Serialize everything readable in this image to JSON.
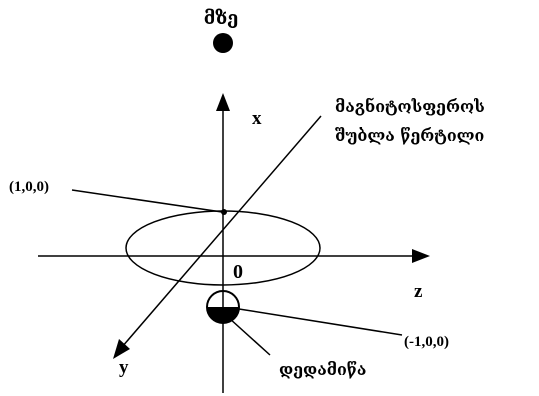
{
  "labels": {
    "sun": "მზე",
    "magnetopause_line1": "მაგნიტოსფეროს",
    "magnetopause_line2": "შუბლა წერტილი",
    "earth": "დედამიწა",
    "axis_x": "x",
    "axis_y": "y",
    "axis_z": "z",
    "origin": "0",
    "point_pos": "(1,0,0)",
    "point_neg": "(-1,0,0)"
  },
  "colors": {
    "ink": "#000000",
    "background": "#ffffff"
  }
}
